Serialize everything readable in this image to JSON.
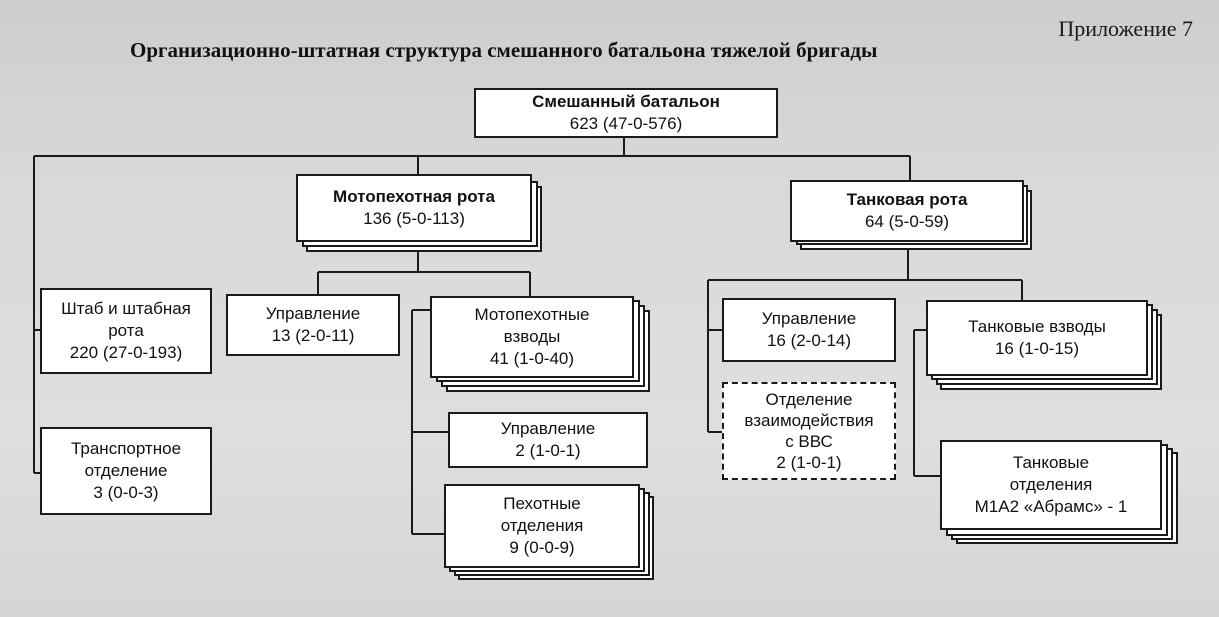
{
  "header": {
    "appendix": "Приложение 7",
    "title": "Организационно-штатная структура смешанного батальона тяжелой бригады"
  },
  "units": {
    "battalion": {
      "name": "Смешанный батальон",
      "strength": "623 (47-0-576)"
    },
    "mech_company": {
      "name": "Мотопехотная рота",
      "strength": "136 (5-0-113)"
    },
    "tank_company": {
      "name": "Танковая рота",
      "strength": "64 (5-0-59)"
    },
    "hq_company": {
      "line1": "Штаб и штабная",
      "line2": "рота",
      "strength": "220 (27-0-193)"
    },
    "transport": {
      "line1": "Транспортное",
      "line2": "отделение",
      "strength": "3 (0-0-3)"
    },
    "mech_control": {
      "name": "Управление",
      "strength": "13 (2-0-11)"
    },
    "mech_platoons": {
      "line1": "Мотопехотные",
      "line2": "взводы",
      "strength": "41 (1-0-40)"
    },
    "platoon_control": {
      "name": "Управление",
      "strength": "2 (1-0-1)"
    },
    "infantry_squads": {
      "line1": "Пехотные",
      "line2": "отделения",
      "strength": "9 (0-0-9)"
    },
    "tank_control": {
      "name": "Управление",
      "strength": "16 (2-0-14)"
    },
    "air_liaison": {
      "line1": "Отделение",
      "line2": "взаимодействия",
      "line3": "с ВВС",
      "strength": "2 (1-0-1)"
    },
    "tank_platoons": {
      "name": "Танковые взводы",
      "strength": "16 (1-0-15)"
    },
    "tank_squads": {
      "line1": "Танковые",
      "line2": "отделения",
      "line3": "М1А2 «Абрамс» - 1"
    }
  }
}
